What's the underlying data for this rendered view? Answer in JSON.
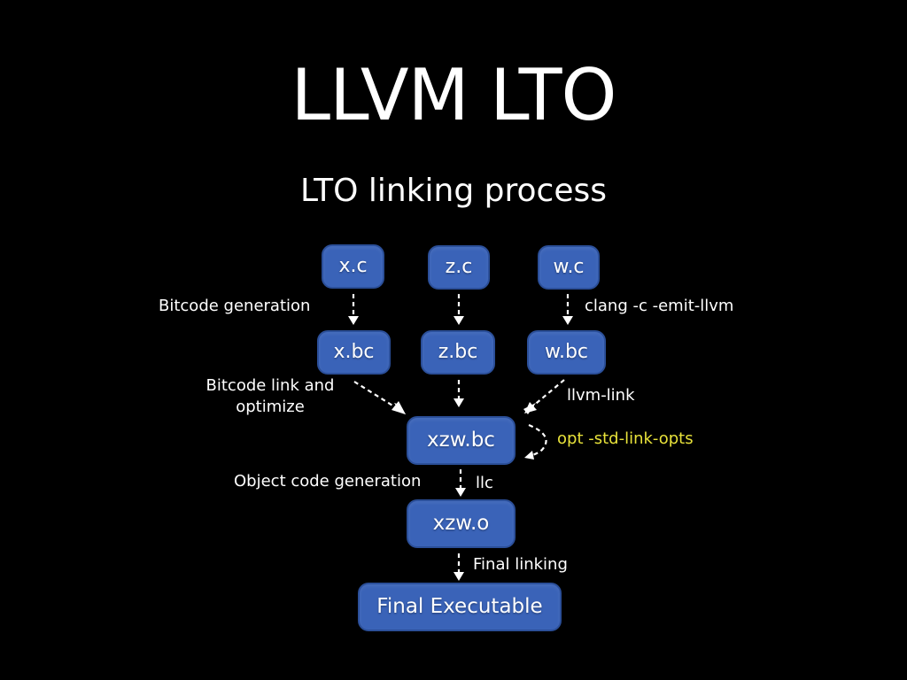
{
  "title": "LLVM LTO",
  "subtitle": "LTO linking process",
  "colors": {
    "background": "#000000",
    "box_fill": "#3a63b8",
    "box_border": "#2b4f99",
    "text": "#ffffff",
    "highlight_text": "#e8e23a"
  },
  "nodes": {
    "x_c": "x.c",
    "z_c": "z.c",
    "w_c": "w.c",
    "x_bc": "x.bc",
    "z_bc": "z.bc",
    "w_bc": "w.bc",
    "xzw_bc": "xzw.bc",
    "xzw_o": "xzw.o",
    "final": "Final Executable"
  },
  "labels": {
    "bitcode_generation": "Bitcode generation",
    "clang_cmd": "clang -c -emit-llvm",
    "bitcode_link_line1": "Bitcode link and",
    "bitcode_link_line2": "optimize",
    "llvm_link": "llvm-link",
    "opt_cmd": "opt -std-link-opts",
    "object_code_generation": "Object code generation",
    "llc": "llc",
    "final_linking": "Final linking"
  },
  "edges": [
    {
      "from": "x.c",
      "to": "x.bc"
    },
    {
      "from": "z.c",
      "to": "z.bc"
    },
    {
      "from": "w.c",
      "to": "w.bc"
    },
    {
      "from": "x.bc",
      "to": "xzw.bc"
    },
    {
      "from": "z.bc",
      "to": "xzw.bc"
    },
    {
      "from": "w.bc",
      "to": "xzw.bc"
    },
    {
      "from": "xzw.bc",
      "to": "xzw.bc",
      "note": "opt -std-link-opts"
    },
    {
      "from": "xzw.bc",
      "to": "xzw.o"
    },
    {
      "from": "xzw.o",
      "to": "Final Executable"
    }
  ]
}
